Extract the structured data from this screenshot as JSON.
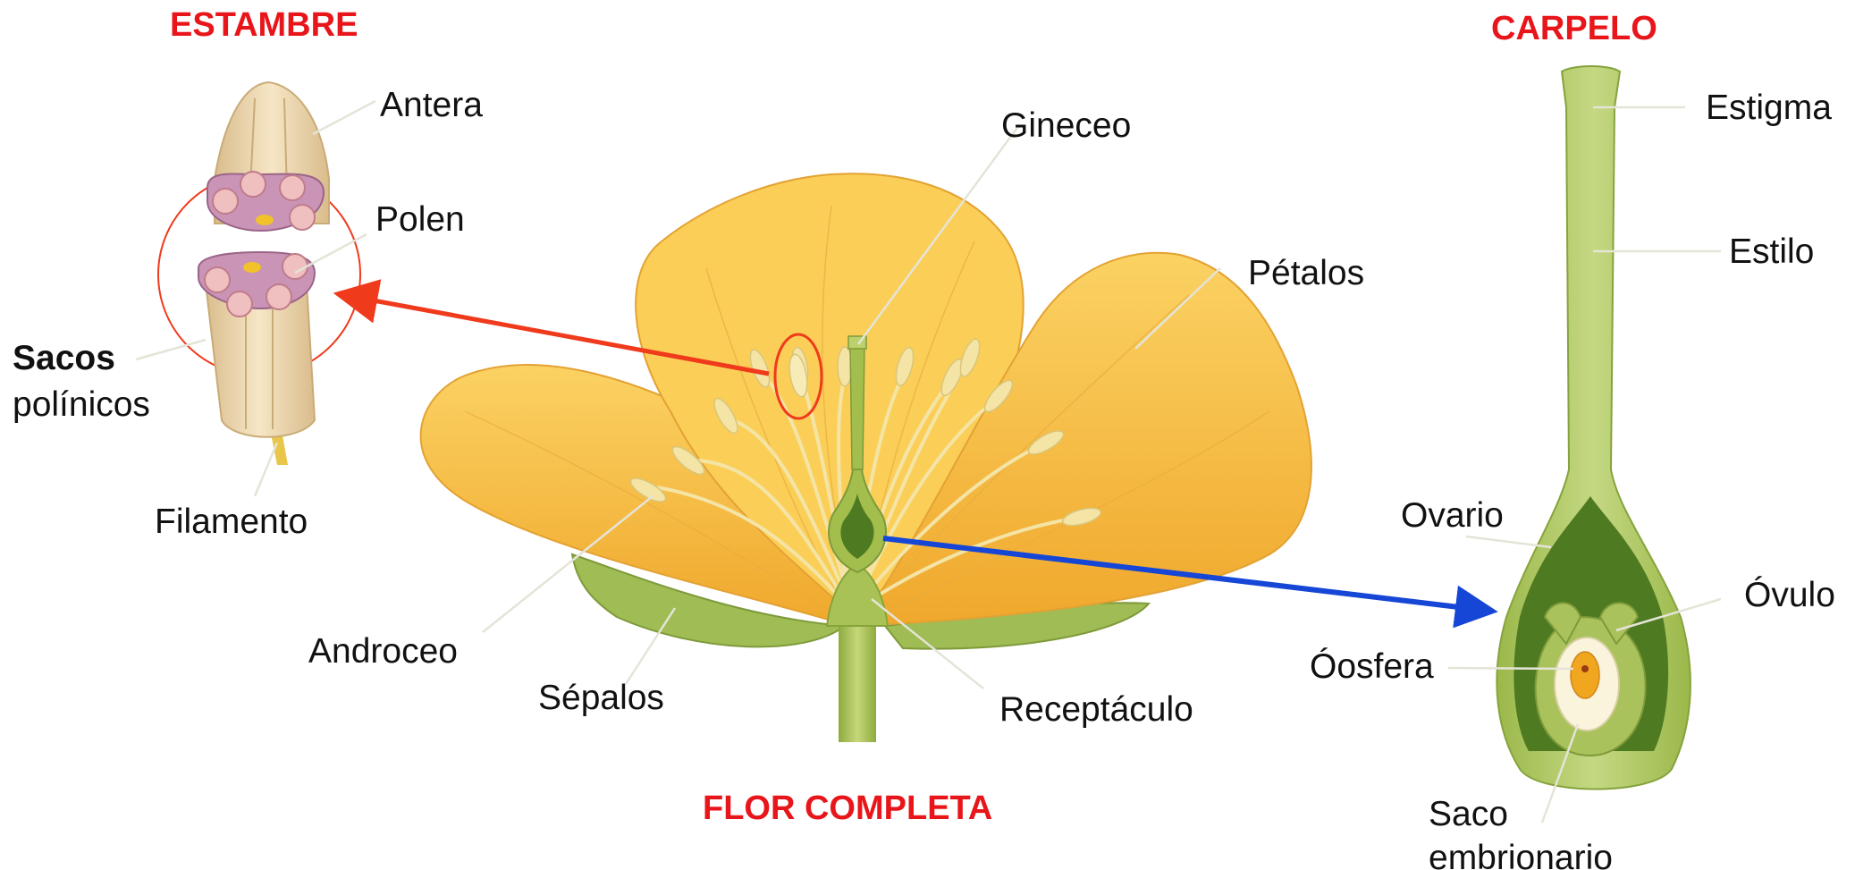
{
  "titles": {
    "stamen": "ESTAMBRE",
    "carpel": "CARPELO",
    "flower": "FLOR COMPLETA"
  },
  "labels": {
    "antera": "Antera",
    "polen": "Polen",
    "sacos_bold": "Sacos",
    "sacos_rest": "polínicos",
    "filamento": "Filamento",
    "gineceo": "Gineceo",
    "petalos": "Pétalos",
    "androceo": "Androceo",
    "sepalos": "Sépalos",
    "receptaculo": "Receptáculo",
    "estigma": "Estigma",
    "estilo": "Estilo",
    "ovario": "Ovario",
    "ovulo": "Óvulo",
    "oosfera": "Óosfera",
    "saco_line1": "Saco",
    "saco_line2": "embrionario"
  },
  "colors": {
    "title_red": "#e8161b",
    "stamen_arrow": "#f03a1c",
    "carpel_arrow": "#1546d6",
    "petal": "#f6c143",
    "sepal": "#9fbc55",
    "pistil": "#a3be4c",
    "ovary_dark": "#4e7a22",
    "anther": "#e9d2a8",
    "pollen_sac": "#c994b5",
    "embryo_sac": "#fbf4dc",
    "egg_cell": "#f0a61f"
  }
}
